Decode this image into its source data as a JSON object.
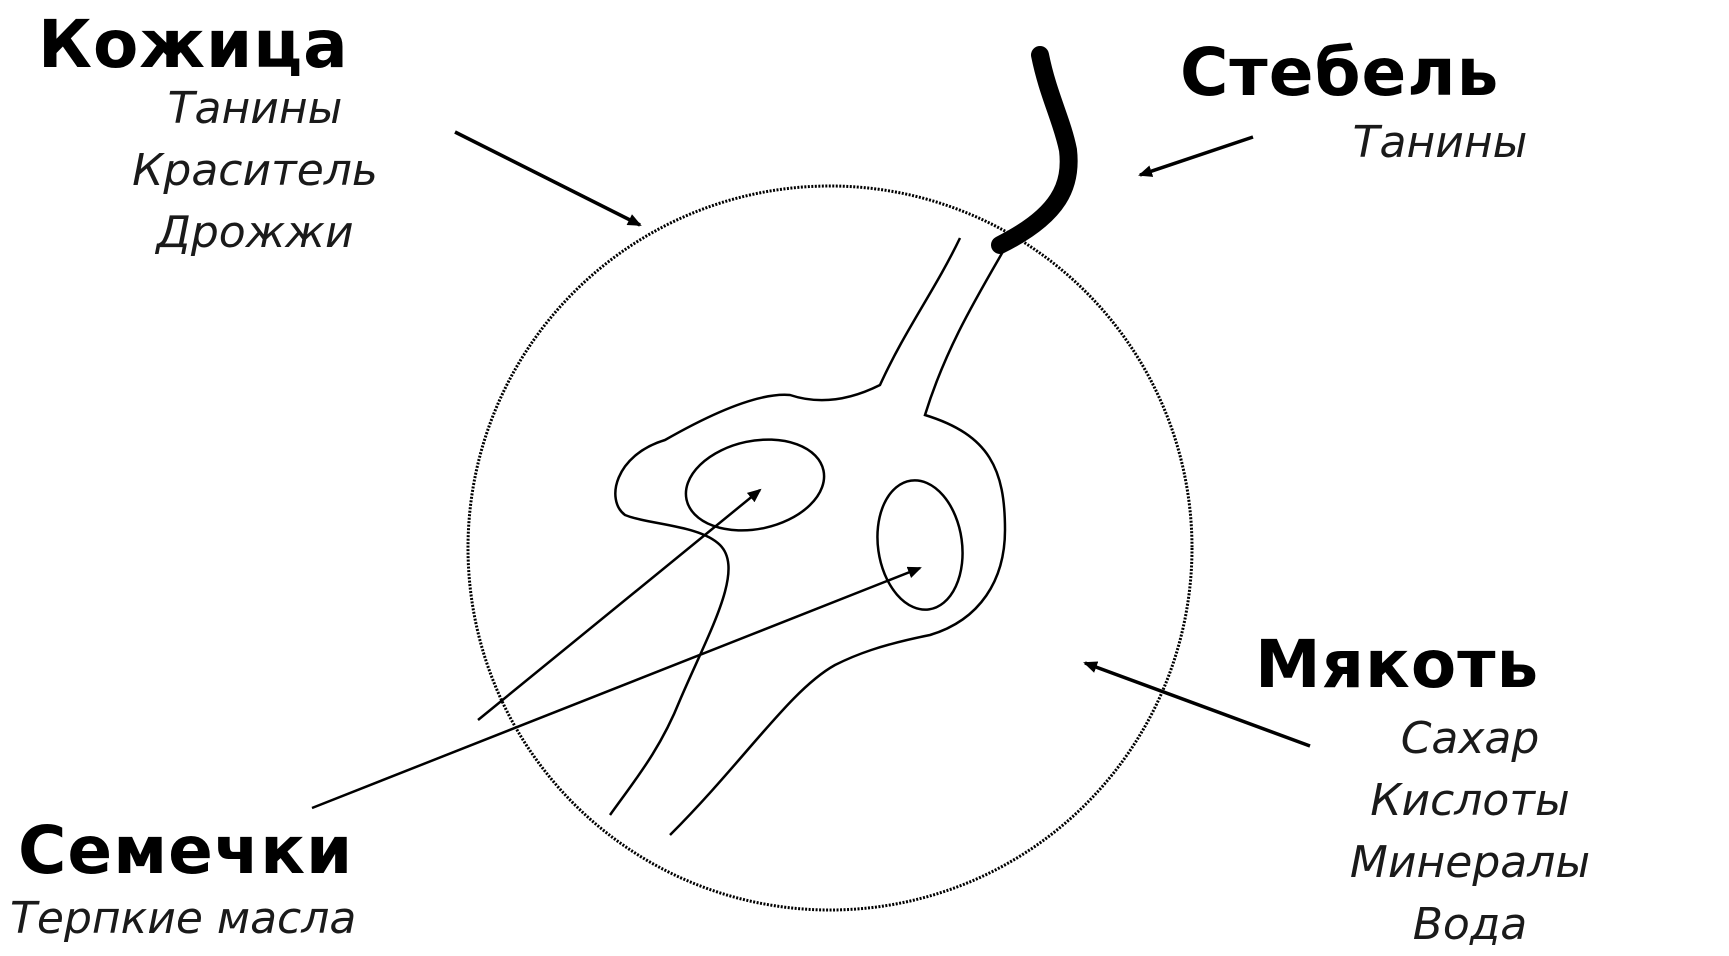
{
  "labels": {
    "skin": {
      "title": "Кожица",
      "items": [
        "Танины",
        "Краситель",
        "Дрожжи"
      ]
    },
    "stem": {
      "title": "Стебель",
      "items": [
        "Танины"
      ]
    },
    "pulp": {
      "title": "Мякоть",
      "items": [
        "Сахар",
        "Кислоты",
        "Минералы",
        "Вода"
      ]
    },
    "seeds": {
      "title": "Семечки",
      "items": [
        "Терпкие масла"
      ]
    }
  }
}
